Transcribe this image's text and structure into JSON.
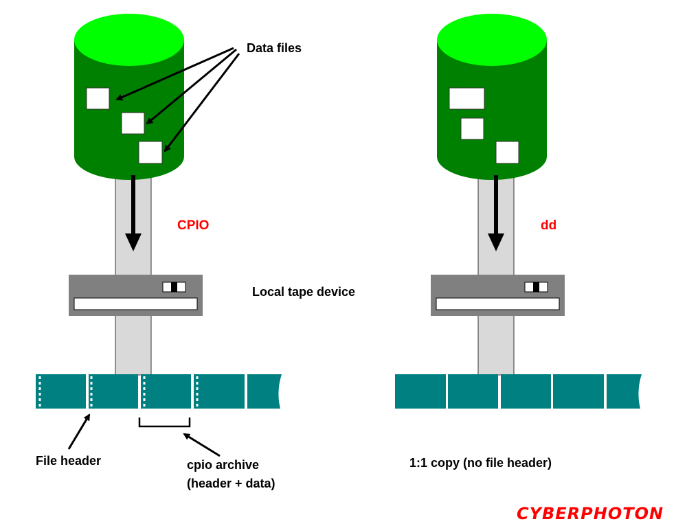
{
  "colors": {
    "cylinder_top": "#00ff00",
    "cylinder_body": "#008000",
    "tape": "#008080",
    "device": "#808080",
    "pipe": "#d9d9d9",
    "method_label": "#ff0000",
    "brand": "#ff0000"
  },
  "left": {
    "method": "CPIO",
    "data_files_label": "Data files",
    "device_label": "Local tape device",
    "file_header_label": "File header",
    "archive_label_line1": "cpio archive",
    "archive_label_line2": "(header + data)"
  },
  "right": {
    "method": "dd",
    "copy_label": "1:1 copy (no file header)"
  },
  "brand": "CYBERPHOTON"
}
